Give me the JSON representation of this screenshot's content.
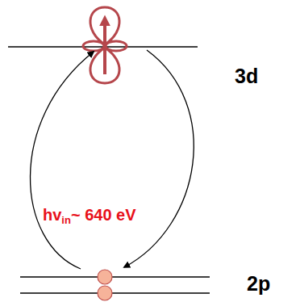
{
  "diagram": {
    "labels": [
      "3d",
      "2p",
      "hv",
      "in",
      "~ 640 eV"
    ]
  }
}
